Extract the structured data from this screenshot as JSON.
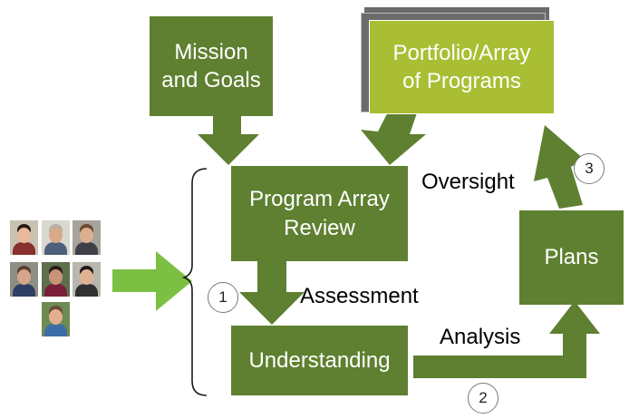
{
  "colors": {
    "box": "#5e8030",
    "arrow": "#5e8030",
    "portfolio": "#a9be33",
    "stack": "#6b6b6b",
    "entry_arrow": "#7cc043"
  },
  "boxes": {
    "mission": "Mission\nand Goals",
    "portfolio": "Portfolio/Array\nof Programs",
    "review": "Program Array\nReview",
    "understanding": "Understanding",
    "plans": "Plans"
  },
  "labels": {
    "oversight": "Oversight",
    "assessment": "Assessment",
    "analysis": "Analysis"
  },
  "steps": [
    "1",
    "2",
    "3"
  ],
  "people": [
    {
      "skin": "#e8b99a",
      "hair": "#2b1a12",
      "shirt": "#8a2f2f",
      "bg": "#c9c2b3"
    },
    {
      "skin": "#d9a98a",
      "hair": "#b8b0a4",
      "shirt": "#4d5f7a",
      "bg": "#d8d8d0"
    },
    {
      "skin": "#dcae90",
      "hair": "#6a4a30",
      "shirt": "#3f3f48",
      "bg": "#a7a39a"
    },
    {
      "skin": "#d7a58a",
      "hair": "#5a4030",
      "shirt": "#2e3f66",
      "bg": "#8d8f84"
    },
    {
      "skin": "#c89478",
      "hair": "#2a1c16",
      "shirt": "#7a1f3a",
      "bg": "#5d6f4e"
    },
    {
      "skin": "#e0b294",
      "hair": "#1e1a18",
      "shirt": "#303030",
      "bg": "#b9b6ae"
    },
    {
      "skin": "#e2b091",
      "hair": "#6b4b35",
      "shirt": "#3c6ea8",
      "bg": "#6f8a52"
    }
  ]
}
